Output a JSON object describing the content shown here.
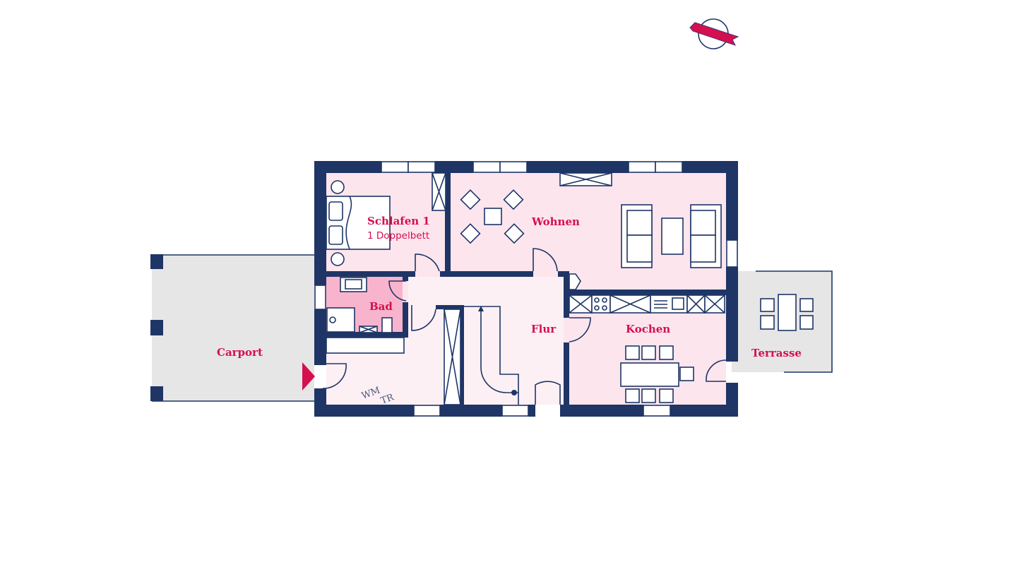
{
  "floorplan": {
    "rooms": {
      "schlafen": "Schlafen 1",
      "schlafen_note": "1 Doppelbett",
      "wohnen": "Wohnen",
      "bad": "Bad",
      "flur": "Flur",
      "kochen": "Kochen",
      "carport": "Carport",
      "terrasse": "Terrasse"
    },
    "appliance_labels": {
      "wm": "WM",
      "tr": "TR"
    },
    "icons": {
      "compass": "compass-north-arrow-icon",
      "entrance": "entrance-arrow-icon"
    },
    "colors": {
      "wall": "#1e3566",
      "room": "#fde5ee",
      "hall": "#fdf0f5",
      "bath": "#f8b4cd",
      "outdoor": "#e6e6e6",
      "label": "#d4104e"
    }
  }
}
